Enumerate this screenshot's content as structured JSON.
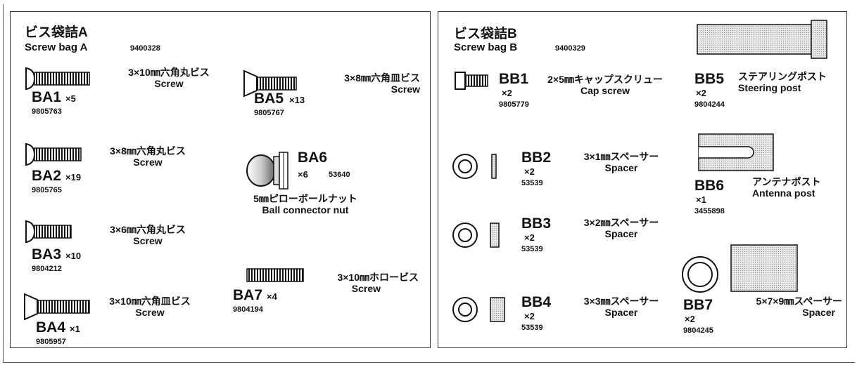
{
  "bag_a": {
    "title": "ビス袋詰A",
    "subtitle": "Screw bag A",
    "code": "9400328",
    "items": [
      {
        "id": "BA1",
        "qty": "×5",
        "part": "9805763",
        "jp": "3×10㎜六角丸ビス",
        "en": "Screw"
      },
      {
        "id": "BA2",
        "qty": "×19",
        "part": "9805765",
        "jp": "3×8㎜六角丸ビス",
        "en": "Screw"
      },
      {
        "id": "BA3",
        "qty": "×10",
        "part": "9804212",
        "jp": "3×6㎜六角丸ビス",
        "en": "Screw"
      },
      {
        "id": "BA4",
        "qty": "×1",
        "part": "9805957",
        "jp": "3×10㎜六角皿ビス",
        "en": "Screw"
      },
      {
        "id": "BA5",
        "qty": "×13",
        "part": "9805767",
        "jp": "3×8㎜六角皿ビス",
        "en": "Screw"
      },
      {
        "id": "BA6",
        "qty": "×6",
        "part": "53640",
        "jp": "5㎜ピローボールナット",
        "en": "Ball connector nut"
      },
      {
        "id": "BA7",
        "qty": "×4",
        "part": "9804194",
        "jp": "3×10㎜ホロービス",
        "en": "Screw"
      }
    ]
  },
  "bag_b": {
    "title": "ビス袋詰B",
    "subtitle": "Screw bag B",
    "code": "9400329",
    "items": [
      {
        "id": "BB1",
        "qty": "×2",
        "part": "9805779",
        "jp": "2×5㎜キャップスクリュー",
        "en": "Cap screw"
      },
      {
        "id": "BB2",
        "qty": "×2",
        "part": "53539",
        "jp": "3×1㎜スペーサー",
        "en": "Spacer"
      },
      {
        "id": "BB3",
        "qty": "×2",
        "part": "53539",
        "jp": "3×2㎜スペーサー",
        "en": "Spacer"
      },
      {
        "id": "BB4",
        "qty": "×2",
        "part": "53539",
        "jp": "3×3㎜スペーサー",
        "en": "Spacer"
      },
      {
        "id": "BB5",
        "qty": "×2",
        "part": "9804244",
        "jp": "ステアリングポスト",
        "en": "Steering post"
      },
      {
        "id": "BB6",
        "qty": "×1",
        "part": "3455898",
        "jp": "アンテナポスト",
        "en": "Antenna post"
      },
      {
        "id": "BB7",
        "qty": "×2",
        "part": "9804245",
        "jp": "5×7×9㎜スペーサー",
        "en": "Spacer"
      }
    ]
  }
}
